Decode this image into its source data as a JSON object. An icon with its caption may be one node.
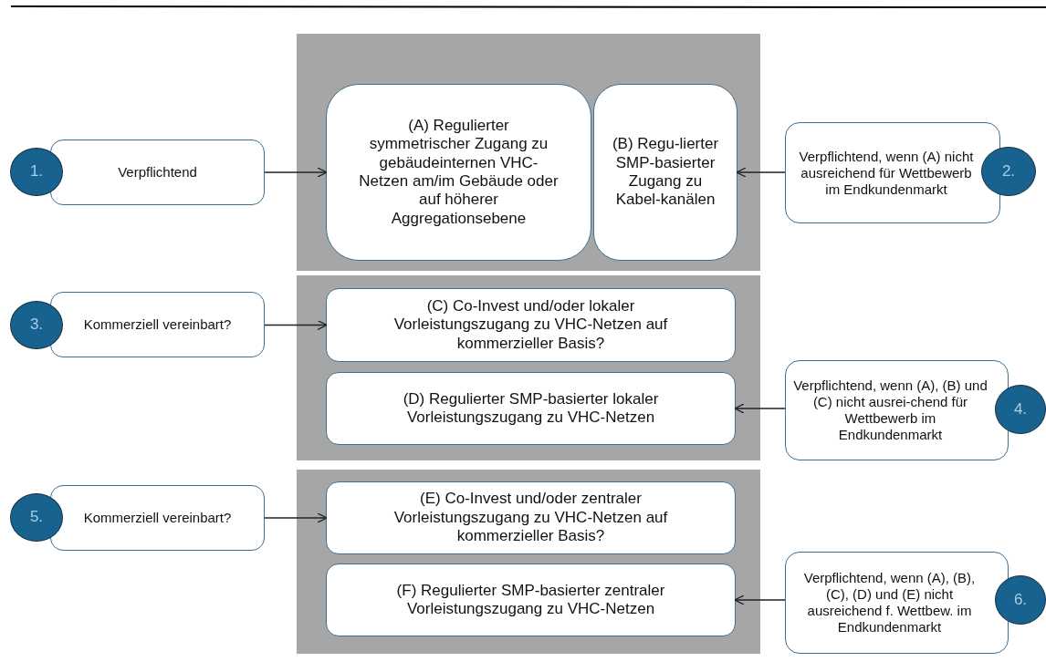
{
  "diagram": {
    "nodes": [
      {
        "text": [],
        "shape": "box"
      },
      {
        "text": [
          "(A) Regulierter symmetrischer Zugang zu gebäudeinternen VHC-Netzen am/im Gebäude oder auf höherer Aggregationsebene"
        ],
        "in": 0
      },
      {
        "text": [
          "(B) Regu-lierter SMP-basierter Zugang zu Kabel-kanälen"
        ],
        "in": 0
      },
      {
        "text": [],
        "shape": "box"
      },
      {
        "text": [
          "(C) Co-Invest und/oder lokaler Vorleistungszugang zu VHC-Netzen auf kommerzieller Basis?"
        ],
        "in": 3
      },
      {
        "text": [
          "(D) Regulierter  SMP-basierter lokaler Vorleistungszugang zu VHC-Netzen"
        ],
        "in": 3
      },
      {
        "text": [],
        "shape": "box"
      },
      {
        "text": [
          "(E) Co-Invest und/oder zentraler Vorleistungszugang zu VHC-Netzen auf kommerzieller Basis?"
        ],
        "in": 6
      },
      {
        "text": [
          "(F) Regulierter SMP-basierter zentraler Vorleistungszugang zu VHC-Netzen"
        ],
        "in": 6
      },
      {
        "text": [
          "Verpflichtend"
        ]
      },
      {
        "text": [
          "1."
        ]
      },
      {
        "text": [
          "Verpflichtend, wenn (A) nicht ausreichend für Wettbewerb im Endkundenmarkt"
        ]
      },
      {
        "text": [
          "2."
        ]
      },
      {
        "text": [
          "Kommerziell vereinbart?"
        ]
      },
      {
        "text": [
          "3."
        ]
      },
      {
        "text": [
          "Verpflichtend, wenn (A), (B) und (C) nicht ausrei-chend für Wettbewerb im Endkundenmarkt"
        ]
      },
      {
        "text": [
          "4."
        ]
      },
      {
        "text": [
          "Kommerziell vereinbart?"
        ]
      },
      {
        "text": [
          "5."
        ]
      },
      {
        "text": [
          "Verpflichtend, wenn (A), (B), (C), (D) und (E) nicht ausreichend f. Wettbew. im Endkundenmarkt"
        ]
      },
      {
        "text": [
          "6."
        ]
      }
    ],
    "edges": [
      {
        "from": 9,
        "to": 1,
        "arrow": "to"
      },
      {
        "from": 11,
        "to": 2,
        "arrow": "to"
      },
      {
        "from": 13,
        "to": 4,
        "arrow": "to"
      },
      {
        "from": 15,
        "to": 5,
        "arrow": "to"
      },
      {
        "from": 17,
        "to": 7,
        "arrow": "to"
      },
      {
        "from": 19,
        "to": 8,
        "arrow": "to"
      }
    ]
  }
}
